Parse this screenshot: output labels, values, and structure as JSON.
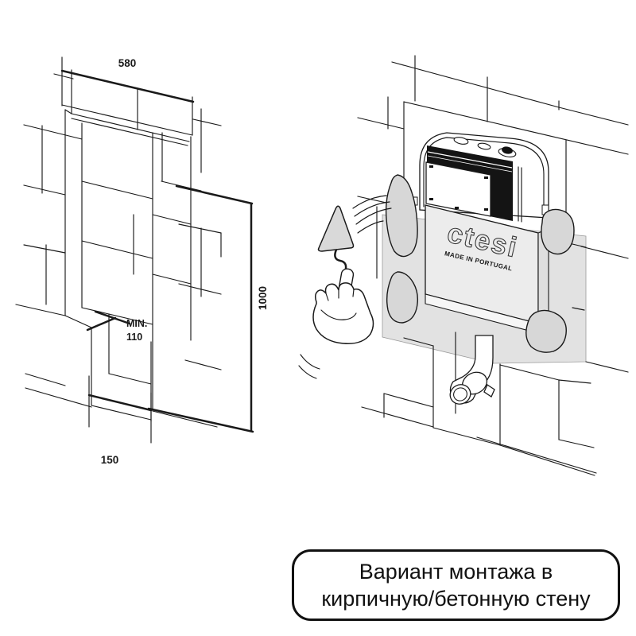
{
  "figure_type": "installation diagram",
  "left_diagram": {
    "description": "isometric drawing of wall niche with dimensions",
    "dim_width_top": "580",
    "dim_height_right": "1000",
    "dim_min_label": "MIN.",
    "dim_min_value": "110",
    "dim_channel_width": "150"
  },
  "right_illustration": {
    "description": "concealed cistern mortared into brick wall, hand with trowel",
    "brand": "ctesi",
    "brand_origin": "MADE IN PORTUGAL"
  },
  "caption": {
    "line1": "Вариант монтажа в",
    "line2": "кирпичную/бетонную стену"
  },
  "colors": {
    "line": "#1a1a1a",
    "mortar_gray": "#d7d7d7",
    "wall_panel_gray": "#e2e2e2",
    "tank_face_gray": "#ececec",
    "trowel_gray": "#d9d9d9",
    "background": "#ffffff"
  }
}
